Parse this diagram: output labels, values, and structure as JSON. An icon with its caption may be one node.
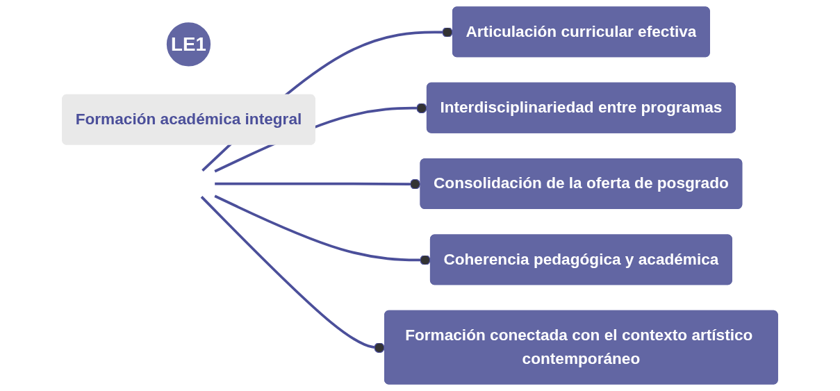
{
  "diagram": {
    "nodes": [
      {
        "text": [
          "LE1"
        ]
      },
      {
        "text": [
          "Formación académica integral"
        ]
      },
      {
        "text": [
          "Articulación curricular efectiva"
        ]
      },
      {
        "text": [
          "Interdisciplinariedad entre programas"
        ]
      },
      {
        "text": [
          "Consolidación de la oferta de posgrado"
        ]
      },
      {
        "text": [
          "Coherencia pedagógica y académica"
        ]
      },
      {
        "text": [
          "Formación conectada con el contexto artístico contemporáneo"
        ]
      }
    ],
    "edges": [
      {
        "from": null,
        "to": 2,
        "arrow": "other"
      },
      {
        "from": null,
        "to": 3,
        "arrow": "other"
      },
      {
        "from": null,
        "to": 4,
        "arrow": "other"
      },
      {
        "from": null,
        "to": 5,
        "arrow": "other"
      },
      {
        "from": null,
        "to": 6,
        "arrow": "other"
      }
    ]
  }
}
